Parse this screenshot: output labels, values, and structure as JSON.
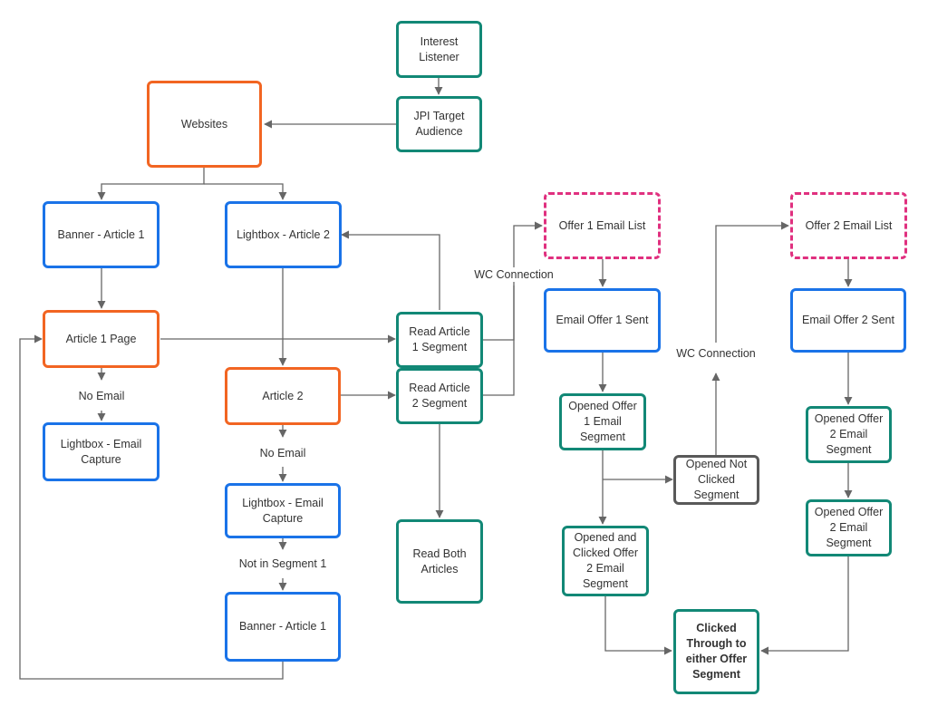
{
  "nodes": {
    "interest_listener": "Interest\nListener",
    "jpi_target_audience": "JPI Target\nAudience",
    "websites": "Websites",
    "banner_article_1": "Banner - Article 1",
    "lightbox_article_2": "Lightbox  - Article 2",
    "article_1_page": "Article 1 Page",
    "lightbox_email_capture_1": "Lightbox - Email\nCapture",
    "article_2": "Article 2",
    "lightbox_email_capture_2": "Lightbox - Email\nCapture",
    "banner_article_1_b": "Banner - Article 1",
    "read_article_1_segment": "Read Article\n1 Segment",
    "read_article_2_segment": "Read Article\n2 Segment",
    "read_both_articles": "Read Both\nArticles",
    "offer_1_email_list": "Offer 1 Email List",
    "email_offer_1_sent": "Email Offer 1 Sent",
    "opened_offer_1_email_segment": "Opened Offer\n1 Email\nSegment",
    "opened_not_clicked_segment": "Opened Not\nClicked\nSegment",
    "opened_and_clicked_offer_2": "Opened and\nClicked Offer\n2 Email\nSegment",
    "clicked_through": "Clicked\nThrough to\neither Offer\nSegment",
    "offer_2_email_list": "Offer 2 Email List",
    "email_offer_2_sent": "Email Offer 2 Sent",
    "opened_offer_2_email_segment_a": "Opened Offer\n2 Email\nSegment",
    "opened_offer_2_email_segment_b": "Opened Offer\n2 Email\nSegment"
  },
  "labels": {
    "no_email_1": "No Email",
    "no_email_2": "No Email",
    "not_in_segment_1": "Not in Segment 1",
    "wc_connection_1": "WC Connection",
    "wc_connection_2": "WC Connection"
  },
  "colors": {
    "orange": "#f26522",
    "blue": "#1a73e8",
    "teal": "#128876",
    "gray": "#595959",
    "pink": "#e0307f",
    "connector": "#666666"
  }
}
